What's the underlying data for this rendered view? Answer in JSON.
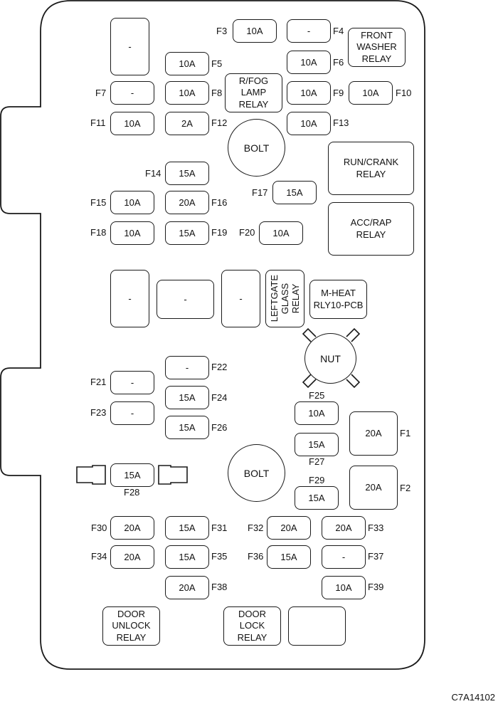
{
  "diagram": {
    "type": "fuse-block-layout",
    "figure_code": "C7A14102",
    "fuses": [
      {
        "id": "F1",
        "rating": "20A"
      },
      {
        "id": "F2",
        "rating": "20A"
      },
      {
        "id": "F3",
        "rating": "10A"
      },
      {
        "id": "F4",
        "rating": "-"
      },
      {
        "id": "F5",
        "rating": "10A"
      },
      {
        "id": "F6",
        "rating": "10A"
      },
      {
        "id": "F7",
        "rating": "-"
      },
      {
        "id": "F8",
        "rating": "10A"
      },
      {
        "id": "F9",
        "rating": "10A"
      },
      {
        "id": "F10",
        "rating": "10A"
      },
      {
        "id": "F11",
        "rating": "10A"
      },
      {
        "id": "F12",
        "rating": "2A"
      },
      {
        "id": "F13",
        "rating": "10A"
      },
      {
        "id": "F14",
        "rating": "15A"
      },
      {
        "id": "F15",
        "rating": "10A"
      },
      {
        "id": "F16",
        "rating": "20A"
      },
      {
        "id": "F17",
        "rating": "15A"
      },
      {
        "id": "F18",
        "rating": "10A"
      },
      {
        "id": "F19",
        "rating": "15A"
      },
      {
        "id": "F20",
        "rating": "10A"
      },
      {
        "id": "F21",
        "rating": "-"
      },
      {
        "id": "F22",
        "rating": "-"
      },
      {
        "id": "F23",
        "rating": "-"
      },
      {
        "id": "F24",
        "rating": "15A"
      },
      {
        "id": "F25",
        "rating": "10A"
      },
      {
        "id": "F26",
        "rating": "15A"
      },
      {
        "id": "F27",
        "rating": "15A"
      },
      {
        "id": "F28",
        "rating": "15A"
      },
      {
        "id": "F29",
        "rating": "15A"
      },
      {
        "id": "F30",
        "rating": "20A"
      },
      {
        "id": "F31",
        "rating": "15A"
      },
      {
        "id": "F32",
        "rating": "20A"
      },
      {
        "id": "F33",
        "rating": "20A"
      },
      {
        "id": "F34",
        "rating": "20A"
      },
      {
        "id": "F35",
        "rating": "15A"
      },
      {
        "id": "F36",
        "rating": "15A"
      },
      {
        "id": "F37",
        "rating": "-"
      },
      {
        "id": "F38",
        "rating": "20A"
      },
      {
        "id": "F39",
        "rating": "10A"
      }
    ],
    "relays": {
      "front_washer": "FRONT\nWASHER\nRELAY",
      "rfog_lamp": "R/FOG\nLAMP\nRELAY",
      "run_crank": "RUN/CRANK\nRELAY",
      "acc_rap": "ACC/RAP\nRELAY",
      "leftgate_glass": "LEFTGATE\nGLASS\nRELAY",
      "m_heat": "M-HEAT\nRLY10-PCB",
      "door_unlock": "DOOR\nUNLOCK\nRELAY",
      "door_lock": "DOOR\nLOCK\nRELAY"
    },
    "unused_slot_label": "-",
    "bolt_label": "BOLT",
    "nut_label": "NUT"
  }
}
